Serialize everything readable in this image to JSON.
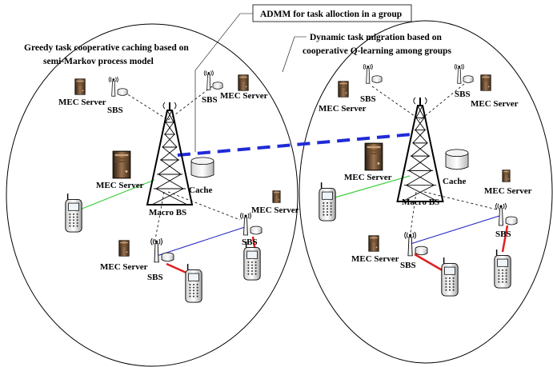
{
  "annotations": {
    "admm": "ADMM for task alloction in a group",
    "greedy_line1": "Greedy task cooperative caching based on",
    "greedy_line2": "semi-Markov process model",
    "dynamic_line1": "Dynamic task migration based on",
    "dynamic_line2": "cooperative Q-learning among groups"
  },
  "left_group": {
    "mec_server_top": "MEC Server",
    "sbs_top_left": "SBS",
    "sbs_top_right": "SBS",
    "mec_server_top_right": "MEC Server",
    "mec_server_macro": "MEC Server",
    "cache": "Cache",
    "macro_bs": "Macro BS",
    "mec_server_right": "MEC Server",
    "sbs_right": "SBS",
    "mec_server_bottom": "MEC Server",
    "sbs_bottom": "SBS"
  },
  "right_group": {
    "sbs_top_left": "SBS",
    "mec_server_top_left": "MEC Server",
    "sbs_top_right": "SBS",
    "mec_server_top_right": "MEC Server",
    "mec_server_macro": "MEC Server",
    "cache": "Cache",
    "macro_bs": "Macro BS",
    "mec_server_right": "MEC Server",
    "sbs_right": "SBS",
    "mec_server_bottom": "MEC Server",
    "sbs_bottom": "SBS"
  },
  "colors": {
    "inter_group_link": "#1f2bd6",
    "green_link": "#3ecf3e",
    "blue_link": "#2020c8",
    "red_link": "#e02020"
  },
  "icons": [
    "tower-icon",
    "server-icon",
    "antenna-icon",
    "cache-cylinder-icon",
    "phone-icon"
  ]
}
